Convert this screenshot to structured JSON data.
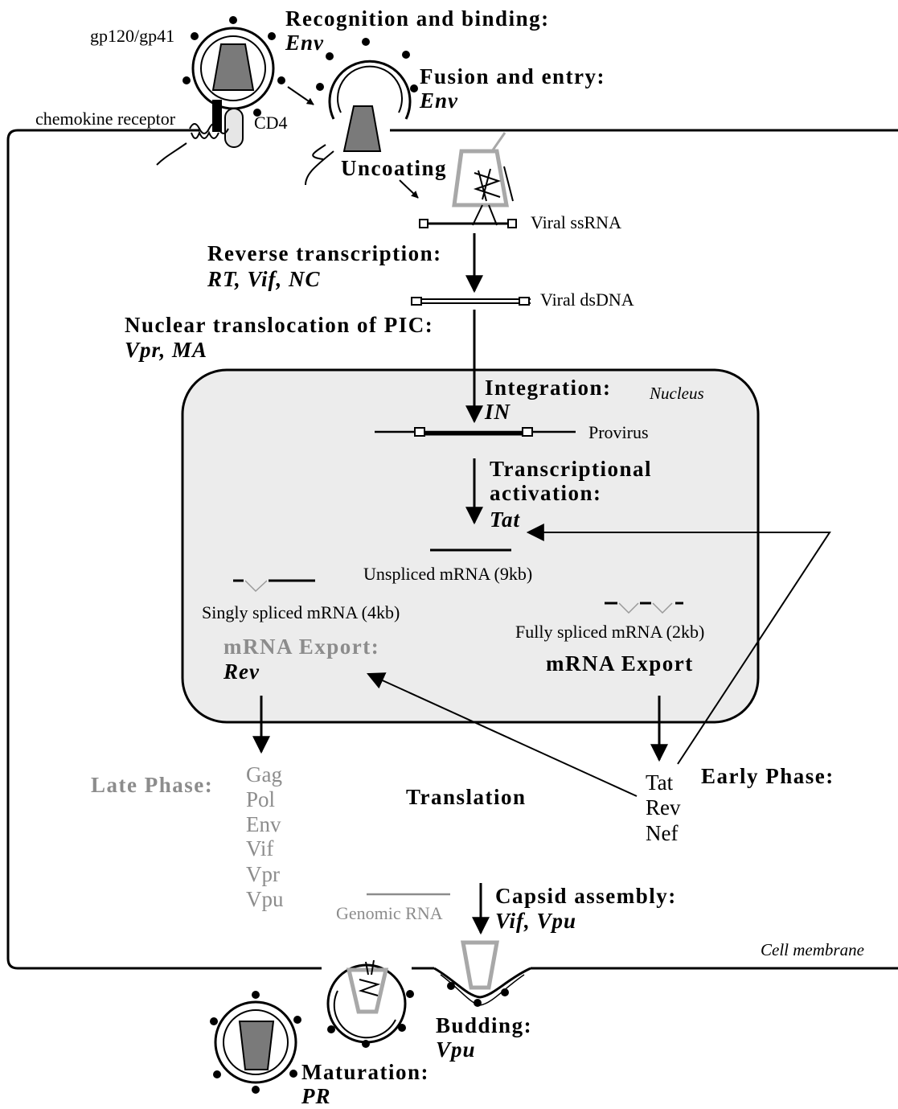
{
  "labels": {
    "gp120_gp41": "gp120/gp41",
    "chemokine_receptor": "chemokine receptor",
    "cd4": "CD4",
    "viral_ssrna": "Viral ssRNA",
    "viral_dsdna": "Viral dsDNA",
    "nucleus": "Nucleus",
    "provirus": "Provirus",
    "unspliced_mrna": "Unspliced mRNA (9kb)",
    "singly_spliced_mrna": "Singly spliced mRNA (4kb)",
    "fully_spliced_mrna": "Fully spliced mRNA (2kb)",
    "genomic_rna": "Genomic RNA",
    "cell_membrane": "Cell membrane"
  },
  "steps": {
    "recognition": {
      "title": "Recognition and binding:",
      "genes": "Env"
    },
    "fusion": {
      "title": "Fusion and entry:",
      "genes": "Env"
    },
    "uncoating": {
      "title": "Uncoating"
    },
    "reverse_transcription": {
      "title": "Reverse transcription:",
      "genes": "RT, Vif, NC"
    },
    "nuclear_translocation": {
      "title": "Nuclear translocation of PIC:",
      "genes": "Vpr, MA"
    },
    "integration": {
      "title": "Integration:",
      "genes": "IN"
    },
    "transcriptional_activation": {
      "title_line1": "Transcriptional",
      "title_line2": "activation:",
      "genes": "Tat"
    },
    "mrna_export_late": {
      "title": "mRNA Export:",
      "genes": "Rev"
    },
    "mrna_export_early": {
      "title": "mRNA Export"
    },
    "translation": {
      "title": "Translation"
    },
    "capsid_assembly": {
      "title": "Capsid assembly:",
      "genes": "Vif, Vpu"
    },
    "budding": {
      "title": "Budding:",
      "genes": "Vpu"
    },
    "maturation": {
      "title": "Maturation:",
      "genes": "PR"
    }
  },
  "phases": {
    "late": {
      "title": "Late Phase:",
      "proteins": [
        "Gag",
        "Pol",
        "Env",
        "Vif",
        "Vpr",
        "Vpu"
      ]
    },
    "early": {
      "title": "Early Phase:",
      "proteins": [
        "Tat",
        "Rev",
        "Nef"
      ]
    }
  },
  "colors": {
    "nucleus_fill": "#ececec",
    "capsid_dark": "#7a7a7a",
    "capsid_light": "#a8a8a8",
    "late_text": "#8c8c8c"
  }
}
